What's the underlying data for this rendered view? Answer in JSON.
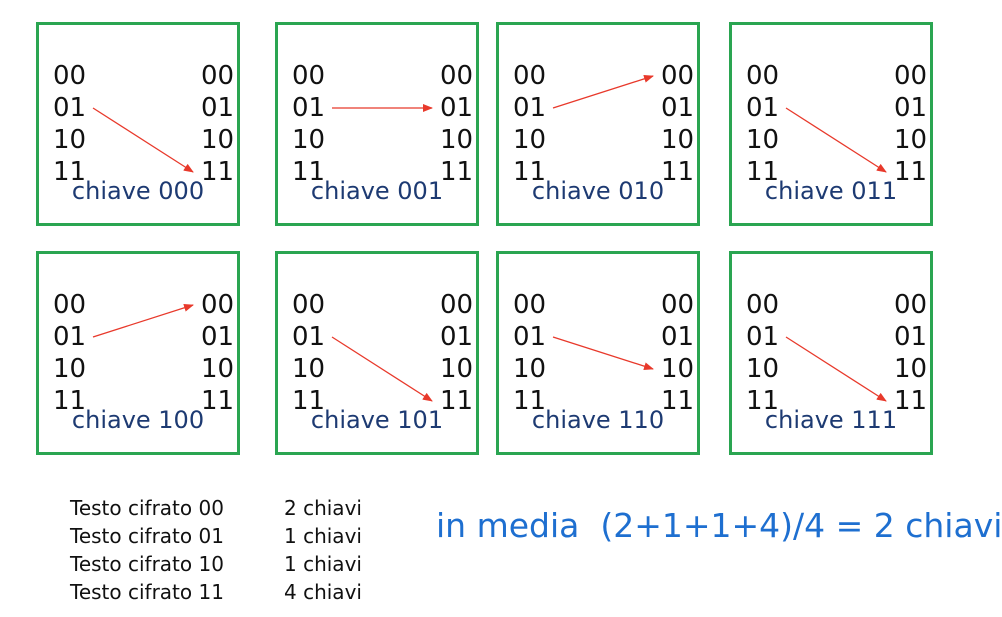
{
  "boxes": [
    {
      "key": "chiave 000",
      "arrow_from": "01",
      "arrow_to": "11"
    },
    {
      "key": "chiave 001",
      "arrow_from": "01",
      "arrow_to": "01"
    },
    {
      "key": "chiave 010",
      "arrow_from": "01",
      "arrow_to": "00"
    },
    {
      "key": "chiave 011",
      "arrow_from": "01",
      "arrow_to": "11"
    },
    {
      "key": "chiave 100",
      "arrow_from": "01",
      "arrow_to": "00"
    },
    {
      "key": "chiave 101",
      "arrow_from": "01",
      "arrow_to": "11"
    },
    {
      "key": "chiave 110",
      "arrow_from": "01",
      "arrow_to": "10"
    },
    {
      "key": "chiave 111",
      "arrow_from": "01",
      "arrow_to": "11"
    }
  ],
  "left_labels": [
    "00",
    "01",
    "10",
    "11"
  ],
  "right_labels": [
    "00",
    "01",
    "10",
    "11"
  ],
  "stats": [
    {
      "text": "Testo cifrato 00",
      "count": "2 chiavi"
    },
    {
      "text": "Testo cifrato 01",
      "count": "1 chiavi"
    },
    {
      "text": "Testo cifrato 10",
      "count": "1 chiavi"
    },
    {
      "text": "Testo cifrato 11",
      "count": "4 chiavi"
    }
  ],
  "average": "in media  (2+1+1+4)/4 = 2 chiavi",
  "colors": {
    "box_border": "#2aa551",
    "arrow": "#e8392b",
    "key_text": "#1d3a72",
    "average_text": "#1e6fd0"
  }
}
